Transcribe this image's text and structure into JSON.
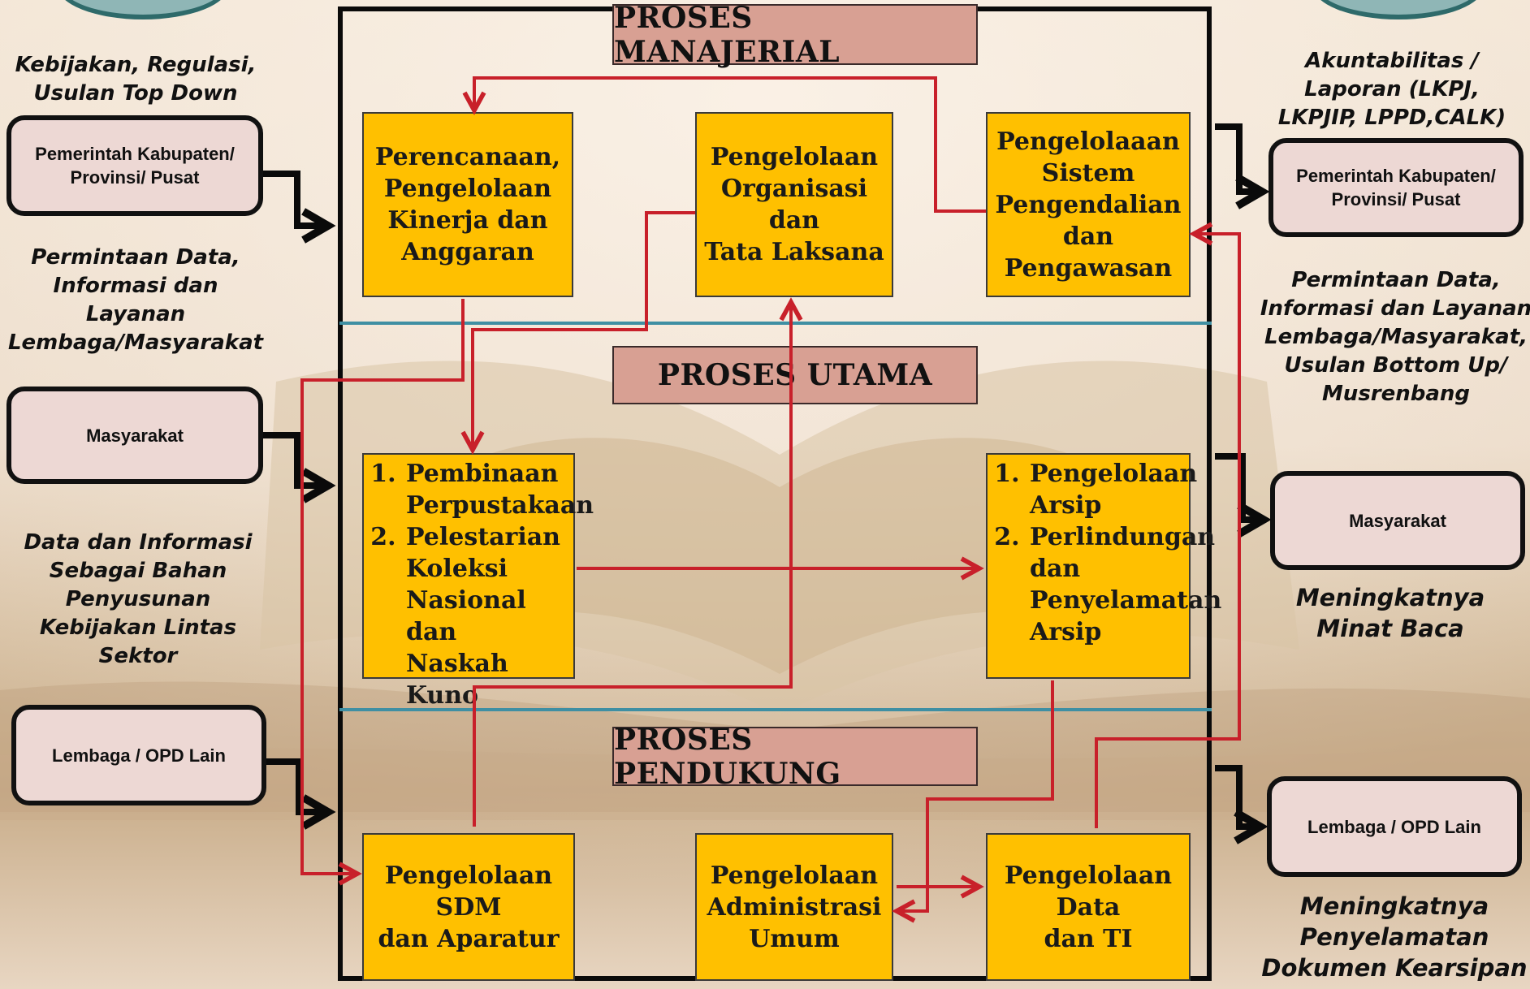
{
  "sections": {
    "managerial": "PROSES MANAJERIAL",
    "utama": "PROSES UTAMA",
    "pendukung": "PROSES PENDUKUNG"
  },
  "managerial_boxes": {
    "perencanaan": [
      "Perencanaan,",
      "Pengelolaan",
      "Kinerja dan",
      "Anggaran"
    ],
    "organisasi": [
      "Pengelolaan",
      "Organisasi dan",
      "Tata Laksana"
    ],
    "sistem": [
      "Pengelolaaan",
      "Sistem",
      "Pengendalian dan",
      "Pengawasan"
    ]
  },
  "utama_boxes": {
    "left": [
      [
        "Pembinaan",
        "Perpustakaan"
      ],
      [
        "Pelestarian",
        "Koleksi",
        "Nasional dan",
        "Naskah Kuno"
      ]
    ],
    "right": [
      [
        "Pengelolaan",
        "Arsip"
      ],
      [
        "Perlindungan",
        "dan",
        "Penyelamatan",
        "Arsip"
      ]
    ]
  },
  "pendukung_boxes": {
    "sdm": [
      "Pengelolaan SDM",
      "dan Aparatur"
    ],
    "administrasi": [
      "Pengelolaan",
      "Administrasi",
      "Umum"
    ],
    "data_ti": [
      "Pengelolaan Data",
      "dan TI"
    ]
  },
  "left_inputs": {
    "note1": [
      "Kebijakan, Regulasi,",
      "Usulan Top Down"
    ],
    "box1": [
      "Pemerintah Kabupaten/",
      "Provinsi/ Pusat"
    ],
    "note2": [
      "Permintaan Data,",
      "Informasi dan",
      "Layanan",
      "Lembaga/Masyarakat"
    ],
    "box2": "Masyarakat",
    "note3": [
      "Data dan Informasi",
      "Sebagai Bahan",
      "Penyusunan",
      "Kebijakan Lintas",
      "Sektor"
    ],
    "box3": "Lembaga / OPD Lain"
  },
  "right_outputs": {
    "note1": [
      "Akuntabilitas /",
      "Laporan (LKPJ,",
      "LKPJIP, LPPD,CALK)"
    ],
    "box1": [
      "Pemerintah Kabupaten/",
      "Provinsi/ Pusat"
    ],
    "note2": [
      "Permintaan Data,",
      "Informasi dan Layanan",
      "Lembaga/Masyarakat,",
      "Usulan Bottom Up/",
      "Musrenbang"
    ],
    "box2": "Masyarakat",
    "note3": [
      "Meningkatnya",
      "Minat Baca"
    ],
    "box3": "Lembaga / OPD Lain",
    "note4": [
      "Meningkatnya",
      "Penyelamatan",
      "Dokumen Kearsipan"
    ]
  },
  "colors": {
    "process_box": "#ffc000",
    "section_title": "#d8a093",
    "stakeholder_box": "#edd8d4",
    "flow_arrow": "#c8202a",
    "io_arrow": "#0a0a0a",
    "divider": "#3f8fa3"
  }
}
